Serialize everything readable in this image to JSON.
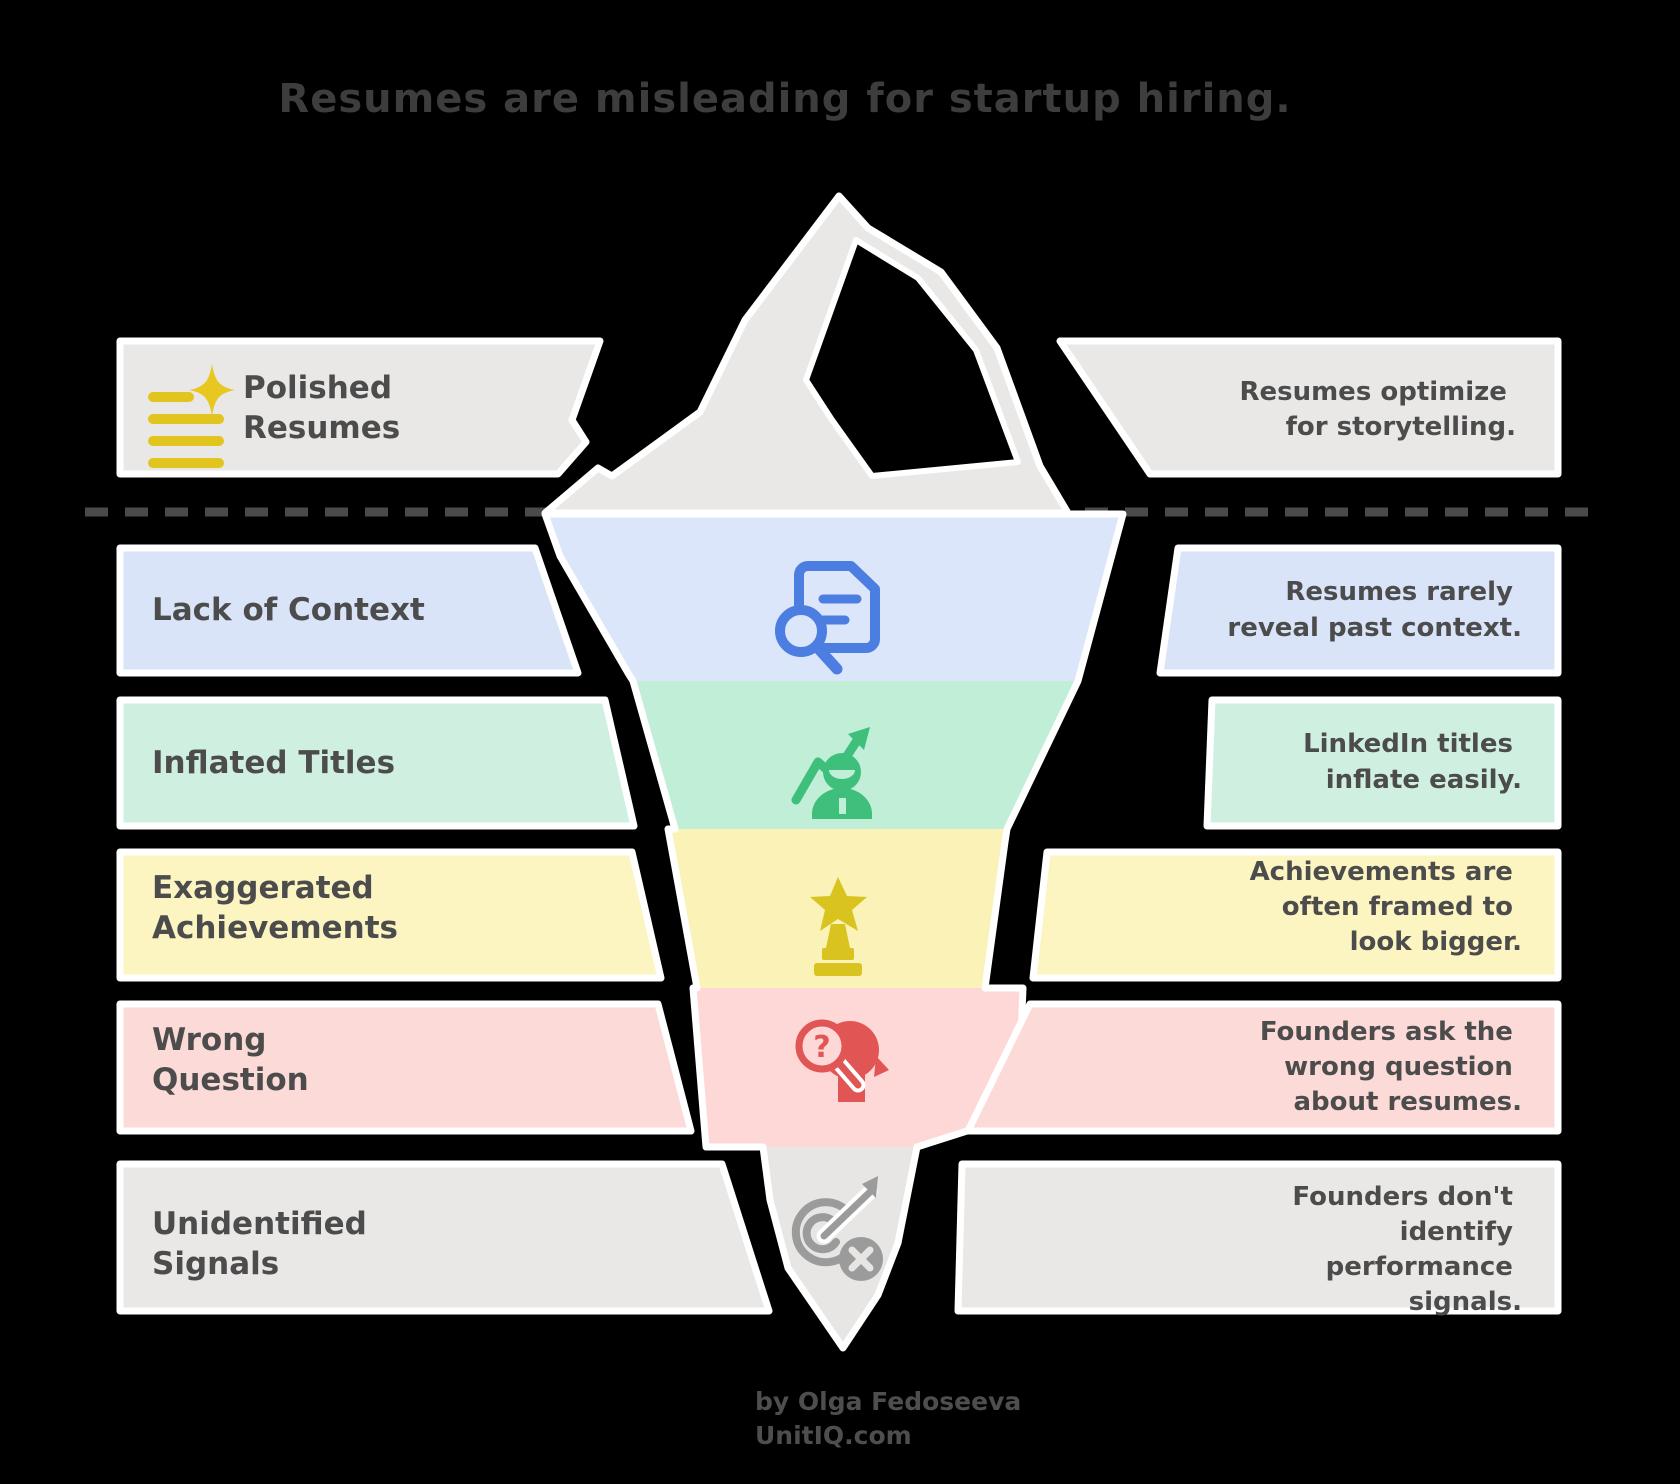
{
  "title": "Resumes are misleading for startup hiring.",
  "divider": {
    "style": "dashed",
    "color": "#4a4a4a",
    "meaning": "waterline"
  },
  "colors": {
    "background": "#000000",
    "outline": "#ffffff",
    "title_text": "#3d3d3d",
    "body_text": "#4c4c4c",
    "iceberg_top": "#e9e8e6"
  },
  "rows": [
    {
      "id": "polished-resumes",
      "label_lines": [
        "Polished",
        "Resumes"
      ],
      "desc_lines": [
        "Resumes optimize",
        "for storytelling."
      ],
      "panel_color": "#e9e8e6",
      "band_color": "#e9e8e6",
      "icon": "sparkle-lines-icon",
      "icon_color": "#e2c41e"
    },
    {
      "id": "lack-of-context",
      "label_lines": [
        "Lack of Context"
      ],
      "desc_lines": [
        "Resumes rarely",
        "reveal past context."
      ],
      "panel_color": "#d9e4f8",
      "band_color": "#dce6fa",
      "icon": "document-search-icon",
      "icon_color": "#4b7ee0"
    },
    {
      "id": "inflated-titles",
      "label_lines": [
        "Inflated Titles"
      ],
      "desc_lines": [
        "LinkedIn titles",
        "inflate easily."
      ],
      "panel_color": "#cff0e0",
      "band_color": "#c0eed6",
      "icon": "person-growth-icon",
      "icon_color": "#3fbf7c"
    },
    {
      "id": "exaggerated-achievements",
      "label_lines": [
        "Exaggerated",
        "Achievements"
      ],
      "desc_lines": [
        "Achievements are",
        "often framed to",
        "look bigger."
      ],
      "panel_color": "#fcf5c2",
      "band_color": "#fbf2b8",
      "icon": "star-trophy-icon",
      "icon_color": "#d9c31f"
    },
    {
      "id": "wrong-question",
      "label_lines": [
        "Wrong",
        "Question"
      ],
      "desc_lines": [
        "Founders ask the",
        "wrong question",
        "about resumes."
      ],
      "panel_color": "#fbdad8",
      "band_color": "#fdd8d6",
      "icon": "head-question-icon",
      "icon_color": "#e25555"
    },
    {
      "id": "unidentified-signals",
      "label_lines": [
        "Unidentified",
        "Signals"
      ],
      "desc_lines": [
        "Founders don't",
        "identify",
        "performance",
        "signals."
      ],
      "panel_color": "#e9e8e6",
      "band_color": "#e7e6e4",
      "icon": "target-miss-icon",
      "icon_color": "#9b9b9b"
    }
  ],
  "icon_glyphs": {
    "head-question-mark": "?"
  },
  "attribution": {
    "line1": "by Olga Fedoseeva",
    "line2": "UnitIQ.com"
  }
}
